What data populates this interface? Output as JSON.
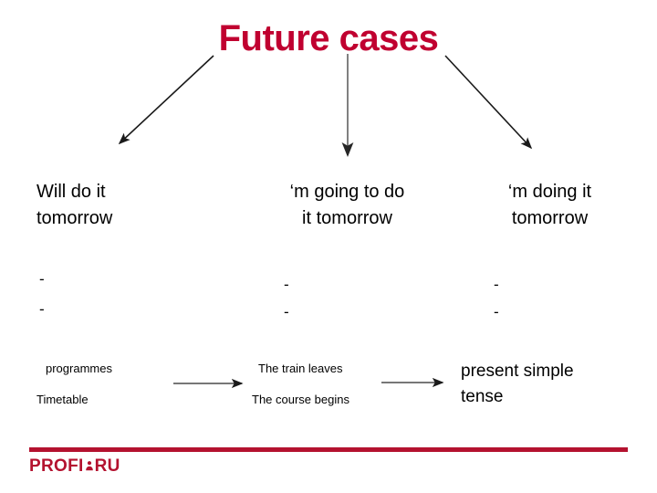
{
  "slide": {
    "title": "Future cases",
    "title_color": "#C00030",
    "background_color": "#ffffff"
  },
  "columns": [
    {
      "id": "will-do-it",
      "header_line1": "Will do it",
      "header_line2": "tomorrow",
      "bullets": [
        "-",
        "-"
      ]
    },
    {
      "id": "going-to-do-it",
      "header_line1": "‘m going to do",
      "header_line2": "it tomorrow",
      "bullets": [
        "-",
        "-"
      ]
    },
    {
      "id": "doing-it-tomorrow",
      "header_line1": "‘m doing it",
      "header_line2": "tomorrow",
      "bullets": [
        "-",
        "-"
      ]
    }
  ],
  "bottom_row": {
    "left": {
      "line1": "programmes",
      "line2": "Timetable"
    },
    "middle": {
      "line1": "The train leaves",
      "line2": "The course begins"
    },
    "right": {
      "line1": "present simple",
      "line2": "tense"
    }
  },
  "arrows": {
    "title_left": "arrow-down-left",
    "title_center": "arrow-down",
    "title_right": "arrow-down-right",
    "bottom_first": "arrow-right",
    "bottom_second": "arrow-right"
  },
  "footer": {
    "rule_color": "#B4122F",
    "logo_part1": "PROFI",
    "logo_mark": "person-dot-icon",
    "logo_part2": "RU",
    "logo_color": "#B4122F"
  }
}
